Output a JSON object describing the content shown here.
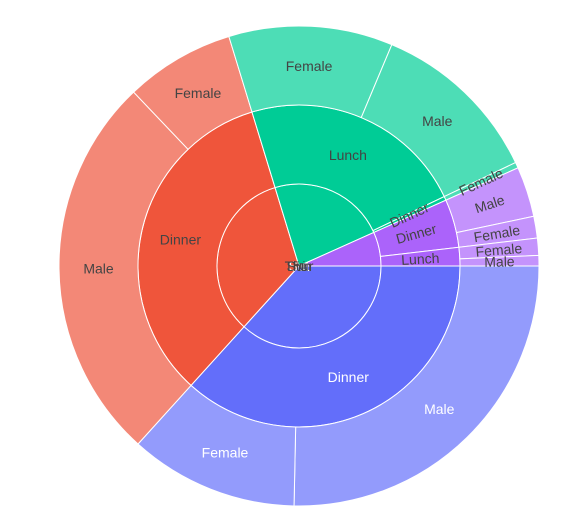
{
  "chart_data": {
    "type": "sunburst",
    "title": "",
    "hierarchy": [
      "day",
      "time",
      "sex"
    ],
    "start_angle_deg": 0,
    "direction": "clockwise",
    "children": [
      {
        "label": "Sat",
        "color": "#636efa",
        "label_color": "#ffffff",
        "children": [
          {
            "label": "Dinner",
            "color": "#636efa",
            "label_color": "#ffffff",
            "children": [
              {
                "label": "Male",
                "value": 1227.4,
                "color": "#939bfc",
                "label_color": "#ffffff"
              },
              {
                "label": "Female",
                "value": 551.1,
                "color": "#939bfc",
                "label_color": "#ffffff"
              }
            ]
          }
        ]
      },
      {
        "label": "Sun",
        "color": "#ef553b",
        "label_color": "#444444",
        "children": [
          {
            "label": "Dinner",
            "color": "#ef553b",
            "label_color": "#444444",
            "children": [
              {
                "label": "Male",
                "value": 1269.5,
                "color": "#f38877",
                "label_color": "#444444"
              },
              {
                "label": "Female",
                "value": 357.7,
                "color": "#f38877",
                "label_color": "#444444"
              }
            ]
          }
        ]
      },
      {
        "label": "Thur",
        "color": "#00cc96",
        "label_color": "#444444",
        "children": [
          {
            "label": "Lunch",
            "color": "#00cc96",
            "label_color": "#444444",
            "children": [
              {
                "label": "Female",
                "value": 534.9,
                "color": "#4dddb6",
                "label_color": "#444444"
              },
              {
                "label": "Male",
                "value": 561.4,
                "color": "#4dddb6",
                "label_color": "#444444"
              }
            ]
          },
          {
            "label": "Dinner",
            "color": "#00cc96",
            "label_color": "#444444",
            "children": [
              {
                "label": "Female",
                "value": 18.8,
                "color": "#4dddb6",
                "label_color": "#444444"
              }
            ]
          }
        ]
      },
      {
        "label": "Fri",
        "color": "#ab63fa",
        "label_color": "#444444",
        "children": [
          {
            "label": "Dinner",
            "color": "#ab63fa",
            "label_color": "#444444",
            "children": [
              {
                "label": "Male",
                "value": 164.0,
                "color": "#c493fc",
                "label_color": "#444444"
              },
              {
                "label": "Female",
                "value": 71.0,
                "color": "#c493fc",
                "label_color": "#444444"
              }
            ]
          },
          {
            "label": "Lunch",
            "color": "#ab63fa",
            "label_color": "#444444",
            "children": [
              {
                "label": "Female",
                "value": 55.8,
                "color": "#c493fc",
                "label_color": "#444444"
              },
              {
                "label": "Male",
                "value": 34.2,
                "color": "#c493fc",
                "label_color": "#444444"
              }
            ]
          }
        ]
      }
    ]
  }
}
